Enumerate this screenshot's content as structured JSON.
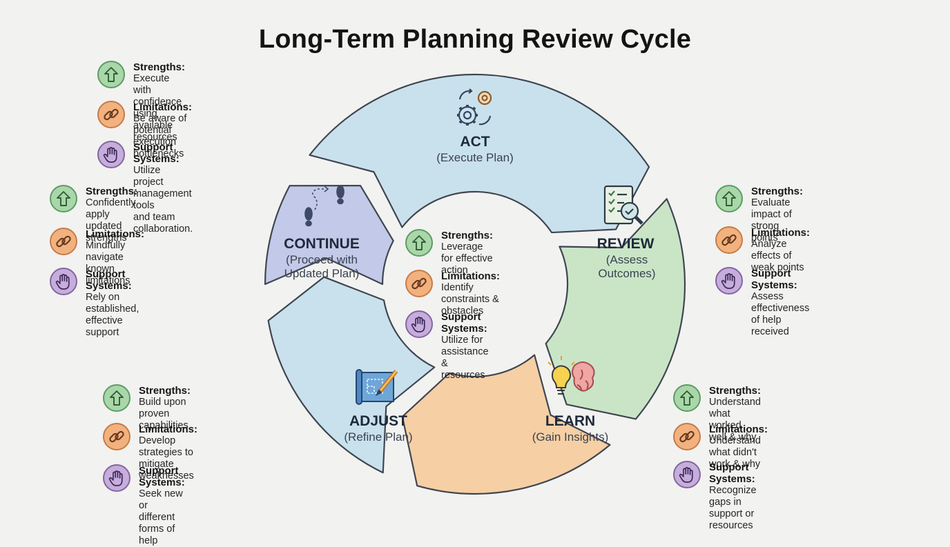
{
  "title": "Long-Term Planning Review Cycle",
  "colors": {
    "act": "#c9e1ec",
    "review": "#c9e5c6",
    "learn": "#f6cfa4",
    "adjust": "#c9e1ec",
    "continue": "#c3c9e8",
    "outline": "#3f4650",
    "strength_green": "#a9d7a9",
    "limitation_orange": "#f1b27f",
    "support_purple": "#c6addb"
  },
  "icons": {
    "strengths": "arrow-up-icon",
    "limitations": "chain-link-icon",
    "support": "hand-icon",
    "act": "gears-icon",
    "review": "checklist-magnifier-icon",
    "learn": "lightbulb-brain-icon",
    "adjust": "blueprint-pencil-icon",
    "continue": "footsteps-icon"
  },
  "stages": {
    "act": {
      "name": "ACT",
      "sub": "(Execute Plan)"
    },
    "review": {
      "name": "REVIEW",
      "sub1": "(Assess",
      "sub2": "Outcomes)"
    },
    "learn": {
      "name": "LEARN",
      "sub": "(Gain Insights)"
    },
    "adjust": {
      "name": "ADJUST",
      "sub": "(Refine Plan)"
    },
    "continue": {
      "name": "CONTINUE",
      "sub1": "(Proceed with",
      "sub2": "Updated Plan)"
    }
  },
  "panels": {
    "act": {
      "strengths": {
        "label": "Strengths:",
        "lines": [
          "Execute with confidence using",
          "available resources"
        ]
      },
      "limitations": {
        "label": "Limitations:",
        "lines": [
          "Be aware of potential execution",
          "bottlenecks"
        ]
      },
      "support": {
        "label": "Support Systems:",
        "lines": [
          "Utilize project management tools",
          "and team collaboration."
        ]
      }
    },
    "continue": {
      "strengths": {
        "label": "Strengths:",
        "lines": [
          "Confidently apply updated strengths"
        ]
      },
      "limitations": {
        "label": "Limitations:",
        "lines": [
          "Mindfully navigate known limitations"
        ]
      },
      "support": {
        "label": "Support Systems:",
        "lines": [
          "Rely on established, effective support"
        ]
      }
    },
    "center": {
      "strengths": {
        "label": "Strengths:",
        "lines": [
          "Leverage for effective",
          "action"
        ]
      },
      "limitations": {
        "label": "Limitations:",
        "lines": [
          "Identify constraints &",
          "obstacles"
        ]
      },
      "support": {
        "label": "Support Systems:",
        "lines": [
          "Utilize for assistance &",
          "resources"
        ]
      }
    },
    "review": {
      "strengths": {
        "label": "Strengths:",
        "lines": [
          "Evaluate impact of strong",
          "points"
        ]
      },
      "limitations": {
        "label": "Limitations:",
        "lines": [
          "Analyze effects of weak points"
        ]
      },
      "support": {
        "label": "Support Systems:",
        "lines": [
          "Assess effectiveness of help",
          "received"
        ]
      }
    },
    "adjust": {
      "strengths": {
        "label": "Strengths:",
        "lines": [
          "Build upon proven capabilities"
        ]
      },
      "limitations": {
        "label": "Limitations:",
        "lines": [
          "Develop strategies to mitigate",
          "weaknesses"
        ]
      },
      "support": {
        "label": "Support Systems:",
        "lines": [
          "Seek new or different forms of help"
        ]
      }
    },
    "learn": {
      "strengths": {
        "label": "Strengths:",
        "lines": [
          "Understand what worked well & why"
        ]
      },
      "limitations": {
        "label": "Limitations:",
        "lines": [
          "Understand what didn't work & why"
        ]
      },
      "support": {
        "label": "Support Systems:",
        "lines": [
          "Recognize gaps in support or",
          "resources"
        ]
      }
    }
  }
}
